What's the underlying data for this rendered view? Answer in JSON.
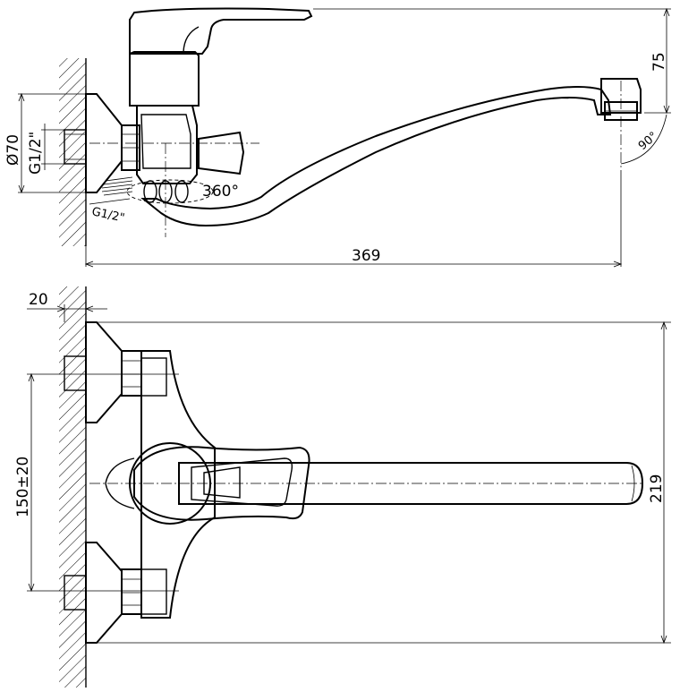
{
  "drawing": {
    "dimensions": {
      "height_75": "75",
      "length_369": "369",
      "angle_90": "90°",
      "diameter_70": "Ø70",
      "thread_left": "G1/2\"",
      "thread_bottom": "G1/2\"",
      "rotation_360": "360°",
      "offset_20": "20",
      "spacing": "150±20",
      "width_219": "219"
    }
  }
}
